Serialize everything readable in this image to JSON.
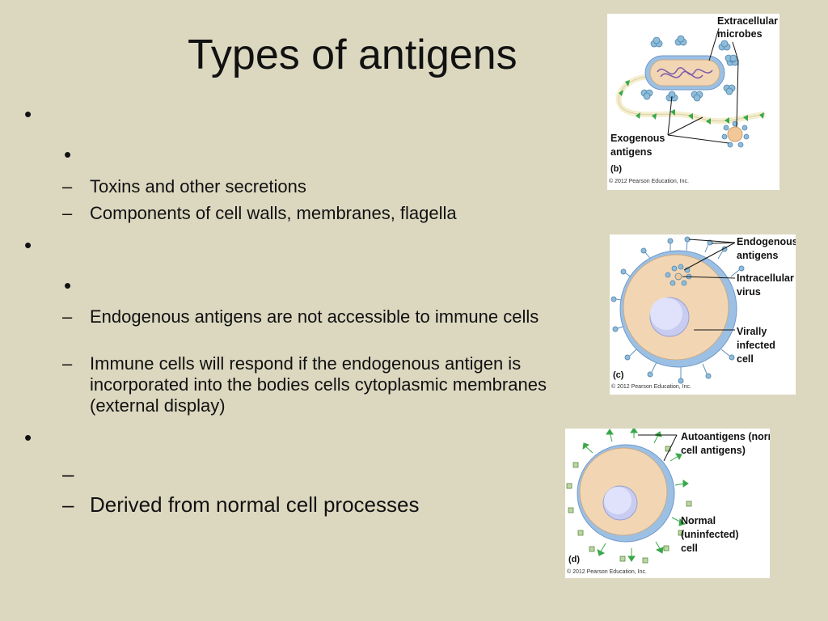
{
  "slide": {
    "title": "Types of antigens",
    "items": [
      {
        "text": "Toxins and other secretions"
      },
      {
        "text": "Components of cell walls, membranes, flagella"
      },
      {
        "text": "Endogenous antigens are not accessible to immune cells"
      },
      {
        "text": "Immune cells will respond if the endogenous antigen is incorporated into the bodies cells cytoplasmic membranes (external display)"
      },
      {
        "text": "Derived from normal cell processes"
      }
    ]
  },
  "figures": {
    "b": {
      "label_top": "Extracellular microbes",
      "label_bottom": "Exogenous antigens",
      "panel_letter": "(b)",
      "copyright": "© 2012 Pearson Education, Inc."
    },
    "c": {
      "label_1": "Endogenous antigens",
      "label_2": "Intracellular virus",
      "label_3": "Virally infected cell",
      "panel_letter": "(c)",
      "copyright": "© 2012 Pearson Education, Inc."
    },
    "d": {
      "label_1": "Autoantigens (normal cell antigens)",
      "label_2": "Normal (uninfected) cell",
      "panel_letter": "(d)",
      "copyright": "© 2012 Pearson Education, Inc."
    }
  },
  "colors": {
    "background": "#dcd8c0",
    "cell_cytoplasm": "#f2d6b4",
    "membrane": "#8fb4dc",
    "nucleus": "#c8ccf0",
    "antigen_green": "#3aa84a",
    "antigen_blue": "#7fb0d8"
  }
}
